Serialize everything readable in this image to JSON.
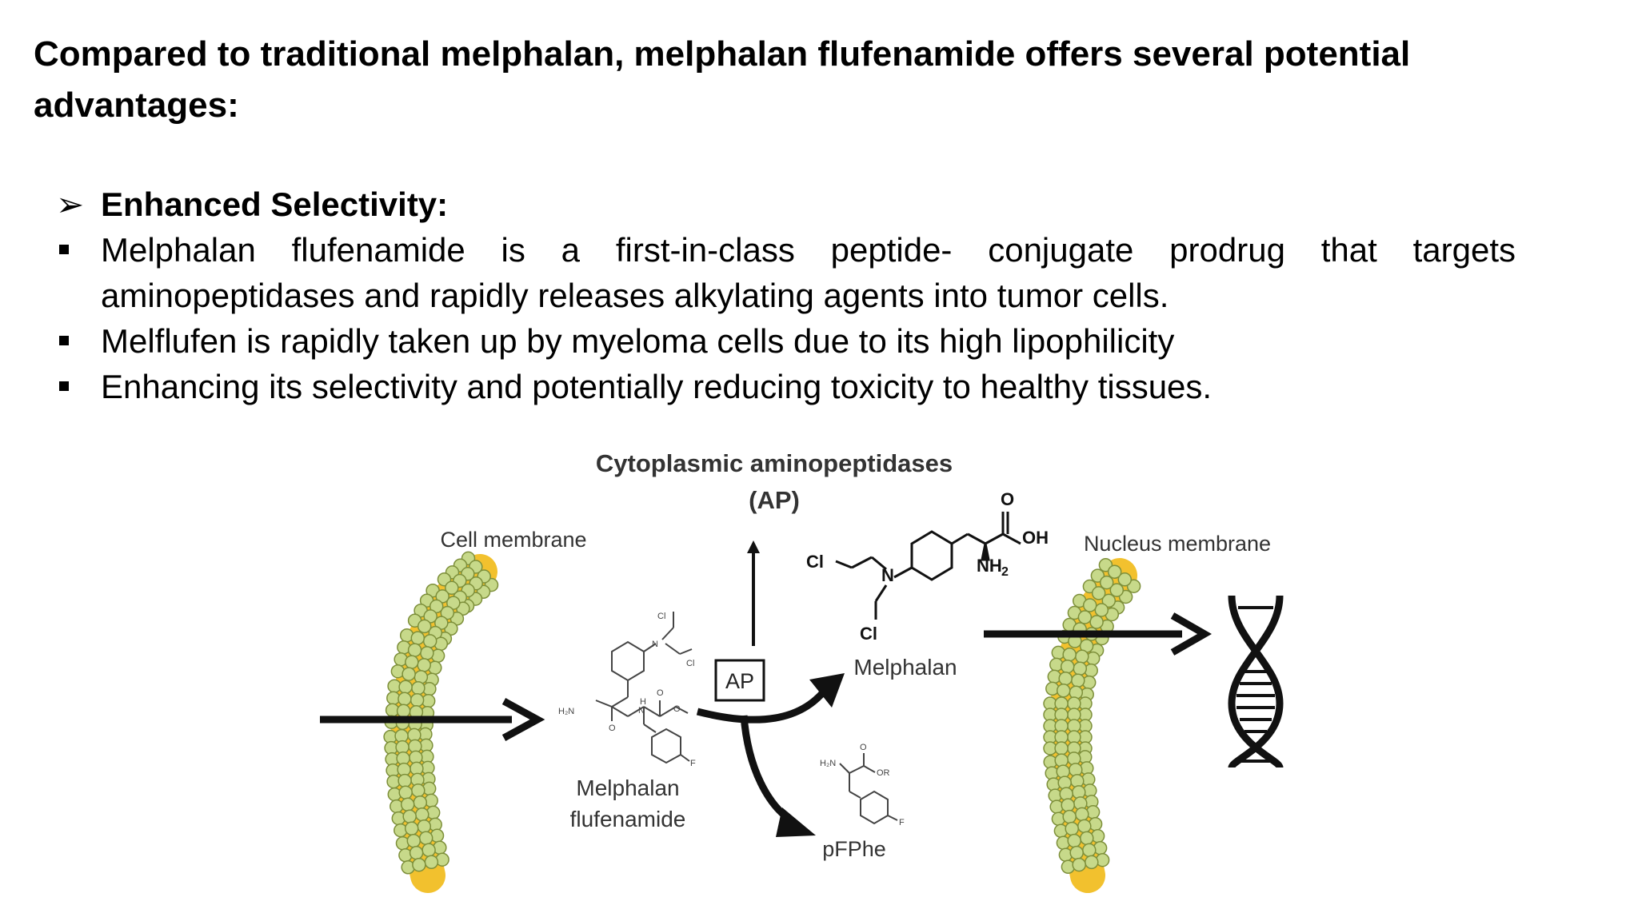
{
  "slide": {
    "title": "Compared to traditional melphalan, melphalan flufenamide offers several potential advantages:",
    "heading": "Enhanced Selectivity:",
    "heading_marker": "➢",
    "bullets": [
      "Melphalan flufenamide is a first-in-class peptide- conjugate prodrug that targets aminopeptidases and rapidly releases alkylating agents into tumor cells.",
      "Melflufen is rapidly taken up by myeloma cells due to its high lipophilicity",
      "Enhancing its selectivity and potentially reducing toxicity to healthy tissues."
    ]
  },
  "diagram": {
    "enzyme_label_line1": "Cytoplasmic aminopeptidases",
    "enzyme_label_line2": "(AP)",
    "cell_membrane_label": "Cell membrane",
    "nucleus_membrane_label": "Nucleus membrane",
    "ap_box_label": "AP",
    "prodrug_label_line1": "Melphalan",
    "prodrug_label_line2": "flufenamide",
    "product_label": "Melphalan",
    "byproduct_label": "pFPhe",
    "melphalan_atoms": {
      "oxygen": "O",
      "hydroxyl": "OH",
      "amine": "NH",
      "amine_sub": "2",
      "chlorine_1": "Cl",
      "nitrogen": "N",
      "chlorine_2": "Cl"
    },
    "prodrug_atoms": {
      "chlorine_1": "Cl",
      "chlorine_2": "Cl",
      "nitrogen": "N",
      "amine": "H₂N",
      "amide_n": "N",
      "amide_h": "H",
      "oxygen_1": "O",
      "oxygen_2": "O",
      "oxygen_3": "O",
      "fluorine": "F"
    },
    "pfphe_atoms": {
      "amine": "H₂N",
      "oxygen": "O",
      "ester": "OR",
      "fluorine": "F"
    },
    "colors": {
      "lipid_head": "#c7d98a",
      "lipid_head_stroke": "#7d8f3a",
      "lipid_tail": "#f2c12e",
      "arrow": "#111111",
      "text": "#333333"
    }
  }
}
